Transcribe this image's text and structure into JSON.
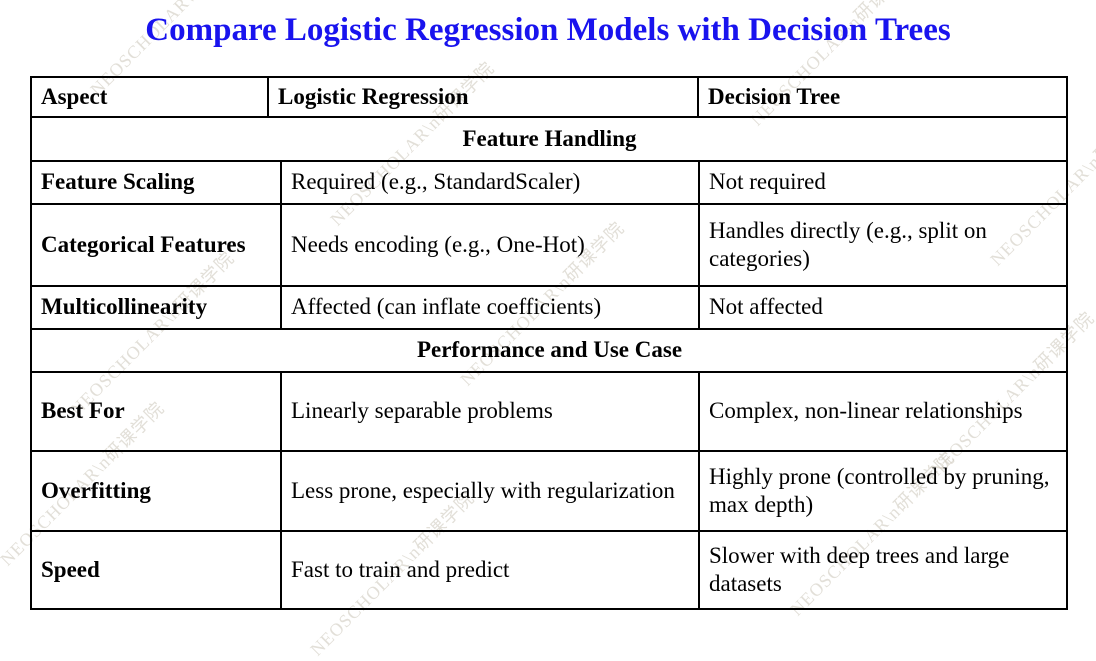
{
  "title": "Compare Logistic Regression Models with Decision Trees",
  "title_color": "#1913ee",
  "watermark": {
    "text": "NEOSCHOLAR\\n研课学院",
    "color": "#cbc6b9"
  },
  "table": {
    "columns": {
      "aspect": "Aspect",
      "logistic_regression": "Logistic Regression",
      "decision_tree": "Decision Tree"
    },
    "sections": [
      {
        "header": "Feature Handling",
        "rows": [
          {
            "aspect": "Feature Scaling",
            "logistic_regression": "Required (e.g., StandardScaler)",
            "decision_tree": "Not required"
          },
          {
            "aspect": "Categorical Features",
            "logistic_regression": "Needs encoding (e.g., One-Hot)",
            "decision_tree": "Handles directly (e.g., split on categories)"
          },
          {
            "aspect": "Multicollinearity",
            "logistic_regression": "Affected (can inflate coefficients)",
            "decision_tree": "Not affected"
          }
        ]
      },
      {
        "header": "Performance and Use Case",
        "rows": [
          {
            "aspect": "Best For",
            "logistic_regression": "Linearly separable problems",
            "decision_tree": "Complex, non-linear relationships"
          },
          {
            "aspect": "Overfitting",
            "logistic_regression": "Less prone, especially with regularization",
            "decision_tree": "Highly prone (controlled by pruning, max depth)"
          },
          {
            "aspect": "Speed",
            "logistic_regression": "Fast to train and predict",
            "decision_tree": "Slower with deep trees and large datasets"
          }
        ]
      }
    ]
  }
}
